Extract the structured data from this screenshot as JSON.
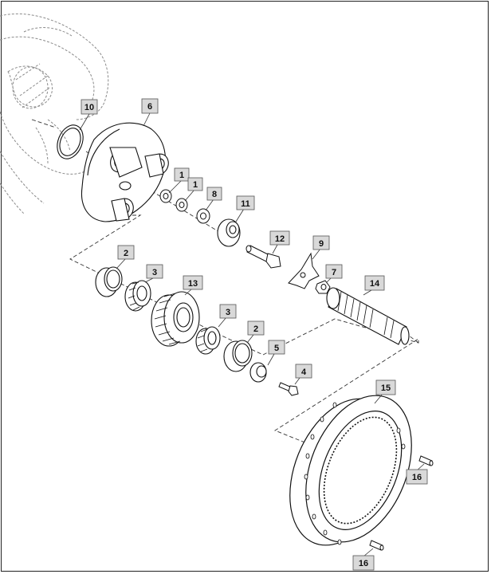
{
  "diagram": {
    "colors": {
      "line": "#111111",
      "ghost": "#8a8a8a",
      "callout_fill": "#d9d9d9",
      "leader": "#333333"
    },
    "callouts": [
      {
        "id": "c10",
        "label": "10"
      },
      {
        "id": "c6",
        "label": "6"
      },
      {
        "id": "c1a",
        "label": "1"
      },
      {
        "id": "c1b",
        "label": "1"
      },
      {
        "id": "c8",
        "label": "8"
      },
      {
        "id": "c11",
        "label": "11"
      },
      {
        "id": "c12",
        "label": "12"
      },
      {
        "id": "c9",
        "label": "9"
      },
      {
        "id": "c7",
        "label": "7"
      },
      {
        "id": "c14",
        "label": "14"
      },
      {
        "id": "c2a",
        "label": "2"
      },
      {
        "id": "c3a",
        "label": "3"
      },
      {
        "id": "c13",
        "label": "13"
      },
      {
        "id": "c3b",
        "label": "3"
      },
      {
        "id": "c2b",
        "label": "2"
      },
      {
        "id": "c5",
        "label": "5"
      },
      {
        "id": "c4",
        "label": "4"
      },
      {
        "id": "c15",
        "label": "15"
      },
      {
        "id": "c16a",
        "label": "16"
      },
      {
        "id": "c16b",
        "label": "16"
      }
    ]
  }
}
